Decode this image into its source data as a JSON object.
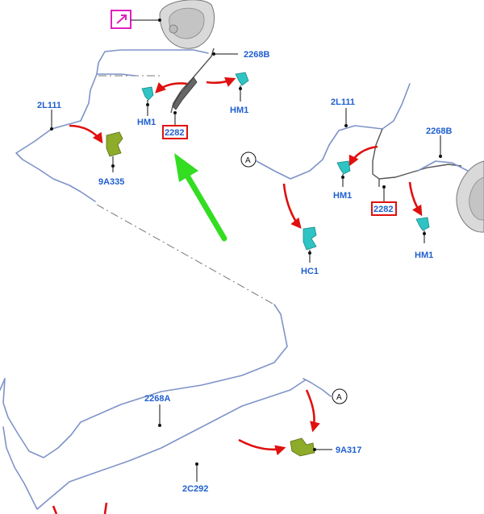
{
  "labels": {
    "l_2268B_top": "2268B",
    "l_2L111_left": "2L111",
    "l_HM1_a": "HM1",
    "l_HM1_b": "HM1",
    "l_2282_a": "2282",
    "l_9A335": "9A335",
    "l_2L111_right": "2L111",
    "l_2268B_right": "2268B",
    "l_A_1": "A",
    "l_HM1_c": "HM1",
    "l_2282_b": "2282",
    "l_HM1_d": "HM1",
    "l_HC1": "HC1",
    "l_2268A": "2268A",
    "l_A_2": "A",
    "l_9A317": "9A317",
    "l_2C292": "2C292"
  },
  "colors": {
    "label_blue": "#1f5fd0",
    "pipe": "#7e93c8",
    "highlight_red": "#e01010",
    "pointer_green": "#33dd22",
    "icon_magenta": "#e020c0",
    "clip_cyan": "#2fc4c4",
    "part_olive": "#8eab2a"
  },
  "icons": {
    "view_icon": "magnifier-view-icon",
    "pointer": "green-arrow"
  }
}
